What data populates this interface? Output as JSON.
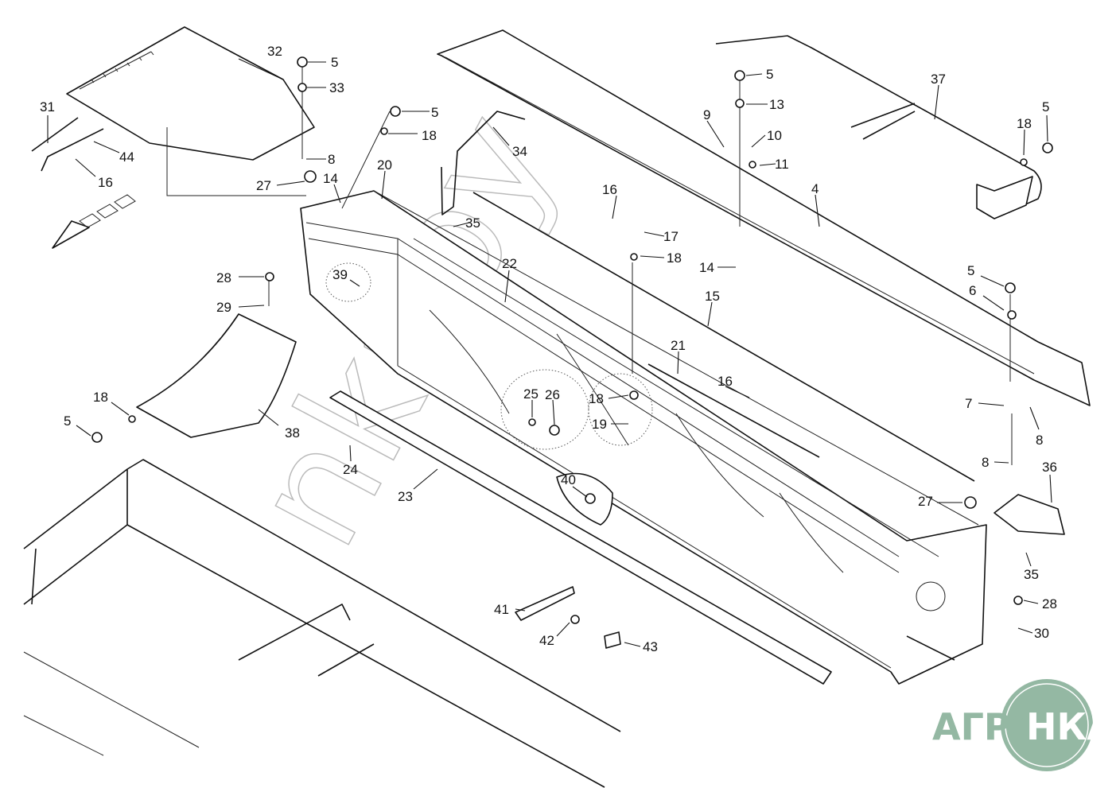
{
  "callouts": [
    "32",
    "5",
    "33",
    "5",
    "18",
    "34",
    "8",
    "31",
    "44",
    "16",
    "27",
    "14",
    "20",
    "35",
    "28",
    "39",
    "29",
    "22",
    "18",
    "5",
    "38",
    "24",
    "23",
    "25",
    "26",
    "18",
    "19",
    "40",
    "41",
    "42",
    "43",
    "16",
    "17",
    "18",
    "14",
    "15",
    "21",
    "16",
    "9",
    "5",
    "13",
    "10",
    "11",
    "4",
    "37",
    "5",
    "18",
    "5",
    "6",
    "7",
    "8",
    "8",
    "36",
    "27",
    "35",
    "28",
    "30"
  ],
  "watermark": "nkaby",
  "logo": {
    "left": "АГРО",
    "right": "НКА",
    "color": "#94b8a3"
  }
}
